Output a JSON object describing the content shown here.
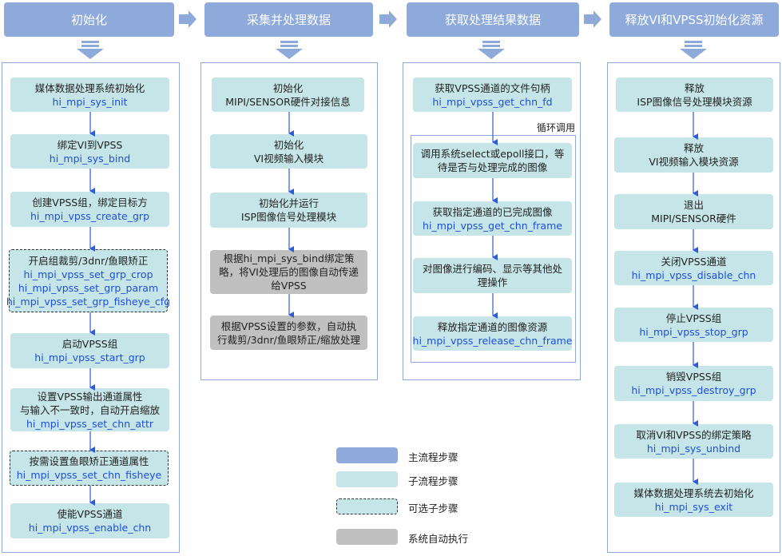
{
  "headers": [
    "初始化",
    "采集并处理数据",
    "获取处理结果数据",
    "释放VI和VPSS初始化资源"
  ],
  "columns": [
    {
      "steps": [
        {
          "lines": [
            "媒体数据处理系统初始化"
          ],
          "fns": [
            "hi_mpi_sys_init"
          ]
        },
        {
          "lines": [
            "绑定VI到VPSS"
          ],
          "fns": [
            "hi_mpi_sys_bind"
          ]
        },
        {
          "lines": [
            "创建VPSS组，绑定目标方"
          ],
          "fns": [
            "hi_mpi_vpss_create_grp"
          ]
        },
        {
          "lines": [
            "开启组裁剪/3dnr/鱼眼矫正"
          ],
          "fns": [
            "hi_mpi_vpss_set_grp_crop",
            "hi_mpi_vpss_set_grp_param",
            "hi_mpi_vpss_set_grp_fisheye_cfg"
          ]
        },
        {
          "lines": [
            "启动VPSS组"
          ],
          "fns": [
            "hi_mpi_vpss_start_grp"
          ]
        },
        {
          "lines": [
            "设置VPSS输出通道属性",
            "与输入不一致时，自动开启缩放"
          ],
          "fns": [
            "hi_mpi_vpss_set_chn_attr"
          ]
        },
        {
          "lines": [
            "按需设置鱼眼矫正通道属性"
          ],
          "fns": [
            "hi_mpi_vpss_set_chn_fisheye"
          ]
        },
        {
          "lines": [
            "使能VPSS通道"
          ],
          "fns": [
            "hi_mpi_vpss_enable_chn"
          ]
        }
      ]
    },
    {
      "steps": [
        {
          "lines": [
            "初始化",
            "MIPI/SENSOR硬件对接信息"
          ],
          "fns": []
        },
        {
          "lines": [
            "初始化",
            "VI视频输入模块"
          ],
          "fns": []
        },
        {
          "lines": [
            "初始化并运行",
            "ISP图像信号处理模块"
          ],
          "fns": []
        },
        {
          "lines": [
            "根据hi_mpi_sys_bind绑定策",
            "略，将VI处理后的图像自动传递",
            "给VPSS"
          ],
          "fns": []
        },
        {
          "lines": [
            "根据VPSS设置的参数，自动执",
            "行裁剪/3dnr/鱼眼矫正/缩放处理"
          ],
          "fns": []
        }
      ]
    },
    {
      "loop_label": "循环调用",
      "steps": [
        {
          "lines": [
            "获取VPSS通道的文件句柄"
          ],
          "fns": [
            "hi_mpi_vpss_get_chn_fd"
          ]
        },
        {
          "lines": [
            "调用系统select或epoll接口，等",
            "待是否与处理完成的图像"
          ],
          "fns": []
        },
        {
          "lines": [
            "获取指定通道的已完成图像"
          ],
          "fns": [
            "hi_mpi_vpss_get_chn_frame"
          ]
        },
        {
          "lines": [
            "对图像进行编码、显示等其他处",
            "理操作"
          ],
          "fns": []
        },
        {
          "lines": [
            "释放指定通道的图像资源"
          ],
          "fns": [
            "hi_mpi_vpss_release_chn_frame"
          ]
        }
      ]
    },
    {
      "steps": [
        {
          "lines": [
            "释放",
            "ISP图像信号处理模块资源"
          ],
          "fns": []
        },
        {
          "lines": [
            "释放",
            "VI视频输入模块资源"
          ],
          "fns": []
        },
        {
          "lines": [
            "退出",
            "MIPI/SENSOR硬件"
          ],
          "fns": []
        },
        {
          "lines": [
            "关闭VPSS通道"
          ],
          "fns": [
            "hi_mpi_vpss_disable_chn"
          ]
        },
        {
          "lines": [
            "停止VPSS组"
          ],
          "fns": [
            "hi_mpi_vpss_stop_grp"
          ]
        },
        {
          "lines": [
            "销毁VPSS组"
          ],
          "fns": [
            "hi_mpi_vpss_destroy_grp"
          ]
        },
        {
          "lines": [
            "取消VI和VPSS的绑定策略"
          ],
          "fns": [
            "hi_mpi_sys_unbind"
          ]
        },
        {
          "lines": [
            "媒体数据处理系统去初始化"
          ],
          "fns": [
            "hi_mpi_sys_exit"
          ]
        }
      ]
    }
  ],
  "legend": [
    "主流程步骤",
    "子流程步骤",
    "可选子步骤",
    "系统自动执行"
  ],
  "colors": {
    "main": "#8eaadb",
    "sub": "#c5e5e8",
    "auto": "#c0c0c0",
    "fn": "#1f4fd6",
    "arrow": "#2e5bd6"
  }
}
